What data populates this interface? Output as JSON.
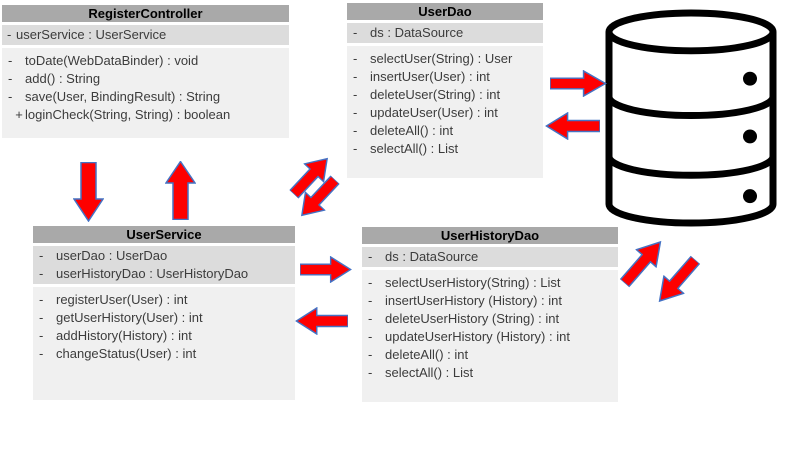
{
  "diagram": {
    "title": "",
    "classes": [
      {
        "name": "RegisterController",
        "attributes": [
          {
            "vis": "-",
            "sig": "userService : UserService"
          }
        ],
        "methods": [
          {
            "vis": "-",
            "sig": "toDate(WebDataBinder) : void"
          },
          {
            "vis": "-",
            "sig": "add() : String"
          },
          {
            "vis": "-",
            "sig": "save(User, BindingResult) : String"
          },
          {
            "vis": "  +",
            "sig": "loginCheck(String, String) : boolean"
          }
        ]
      },
      {
        "name": "UserDao",
        "attributes": [
          {
            "vis": "-",
            "sig": "ds : DataSource"
          }
        ],
        "methods": [
          {
            "vis": "-",
            "sig": "selectUser(String) : User"
          },
          {
            "vis": "-",
            "sig": "insertUser(User) : int"
          },
          {
            "vis": "-",
            "sig": "deleteUser(String) : int"
          },
          {
            "vis": "-",
            "sig": "updateUser(User) : int"
          },
          {
            "vis": "-",
            "sig": "deleteAll() : int"
          },
          {
            "vis": "-",
            "sig": "selectAll() : List"
          }
        ]
      },
      {
        "name": "UserService",
        "attributes": [
          {
            "vis": "-",
            "sig": "userDao : UserDao"
          },
          {
            "vis": "-",
            "sig": "userHistoryDao : UserHistoryDao"
          }
        ],
        "methods": [
          {
            "vis": "-",
            "sig": "registerUser(User) : int"
          },
          {
            "vis": "-",
            "sig": "getUserHistory(User) : int"
          },
          {
            "vis": "-",
            "sig": "addHistory(History) : int"
          },
          {
            "vis": "-",
            "sig": "changeStatus(User) : int"
          }
        ]
      },
      {
        "name": "UserHistoryDao",
        "attributes": [
          {
            "vis": "-",
            "sig": "ds : DataSource"
          }
        ],
        "methods": [
          {
            "vis": "-",
            "sig": "selectUserHistory(String) : List"
          },
          {
            "vis": "-",
            "sig": "insertUserHistory (History) : int"
          },
          {
            "vis": "-",
            "sig": "deleteUserHistory (String) : int"
          },
          {
            "vis": "-",
            "sig": "updateUserHistory (History) : int"
          },
          {
            "vis": "-",
            "sig": "deleteAll() : int"
          },
          {
            "vis": "-",
            "sig": "selectAll() : List"
          }
        ]
      }
    ],
    "database_icon": {
      "name": "database-cylinder",
      "segments": 3
    },
    "connections": [
      {
        "from": "RegisterController",
        "to": "UserService",
        "direction": "down"
      },
      {
        "from": "UserService",
        "to": "RegisterController",
        "direction": "up"
      },
      {
        "from": "UserService",
        "to": "UserDao",
        "direction": "up-right"
      },
      {
        "from": "UserDao",
        "to": "UserService",
        "direction": "down-left"
      },
      {
        "from": "UserService",
        "to": "UserHistoryDao",
        "direction": "right"
      },
      {
        "from": "UserHistoryDao",
        "to": "UserService",
        "direction": "left"
      },
      {
        "from": "UserDao",
        "to": "Database",
        "direction": "right"
      },
      {
        "from": "Database",
        "to": "UserDao",
        "direction": "left"
      },
      {
        "from": "UserHistoryDao",
        "to": "Database",
        "direction": "up-right"
      },
      {
        "from": "Database",
        "to": "UserHistoryDao",
        "direction": "down-left"
      }
    ],
    "colors": {
      "header_bg": "#a9a9a9",
      "attribute_bg": "#dcdcdc",
      "method_bg": "#f0f0f0",
      "arrow_fill": "#fe0000",
      "arrow_stroke": "#4472c4",
      "db_stroke": "#000000"
    }
  }
}
